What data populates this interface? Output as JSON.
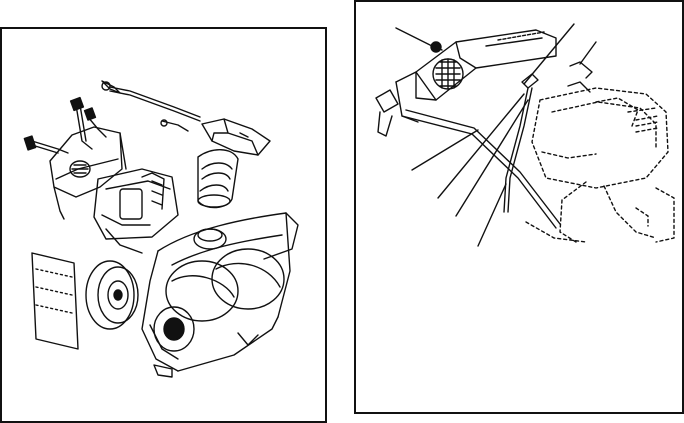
{
  "document": {
    "panels": [
      {
        "id": "left",
        "illustration": "snow-thrower-exploded-view",
        "text": ""
      },
      {
        "id": "right",
        "illustration": "handle-and-chute-crank-detail",
        "text": ""
      }
    ]
  },
  "colors": {
    "line": "#111111",
    "paper": "#ffffff"
  }
}
